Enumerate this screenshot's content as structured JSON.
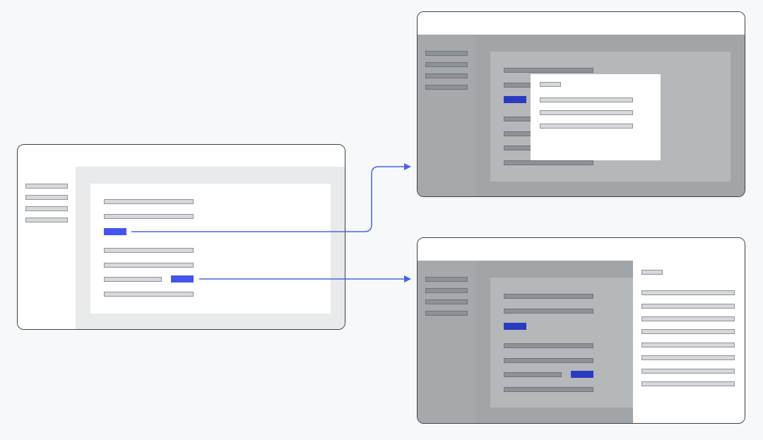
{
  "colors": {
    "background": "#f6f8fa",
    "window_border": "#3b3f45",
    "accent_button": "#4455ee",
    "accent_button_dimmed": "#2a3bbf",
    "connector": "#4a63e8",
    "placeholder_bar_light": "#d6d8db",
    "placeholder_bar_dimmed": "#8e9296",
    "overlay_background": "#a8abae"
  },
  "windows": [
    {
      "name": "source-window",
      "state": "default"
    },
    {
      "name": "modal-result-window",
      "state": "modal-dialog-open"
    },
    {
      "name": "drawer-result-window",
      "state": "side-panel-open"
    }
  ],
  "connectors": [
    {
      "from": "primary-action-button",
      "to": "modal-result-window",
      "icon": "arrow-right-icon"
    },
    {
      "from": "inline-action-button",
      "to": "drawer-result-window",
      "icon": "arrow-right-icon"
    }
  ]
}
